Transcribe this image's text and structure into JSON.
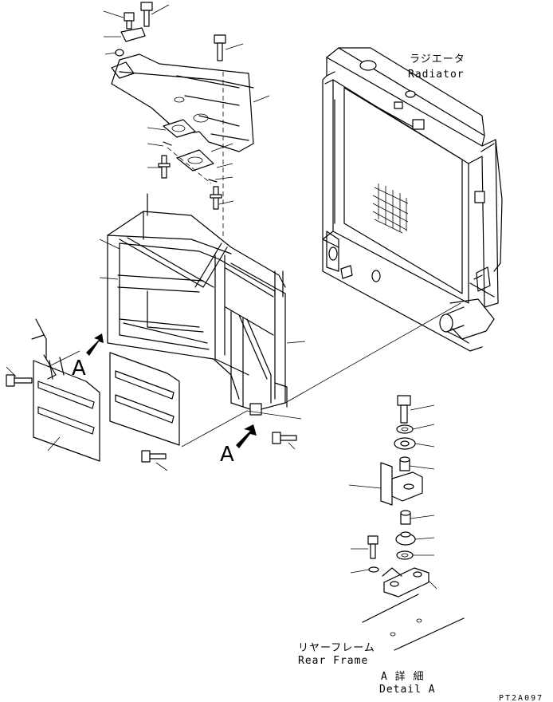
{
  "labels": {
    "radiator_jp": "ラジエータ",
    "radiator_en": "Radiator",
    "rear_frame_jp": "リヤーフレーム",
    "rear_frame_en": "Rear Frame",
    "detail_jp": "A 詳 細",
    "detail_en": "Detail A",
    "view_marker": "A",
    "drawing_code": "PT2A097"
  }
}
